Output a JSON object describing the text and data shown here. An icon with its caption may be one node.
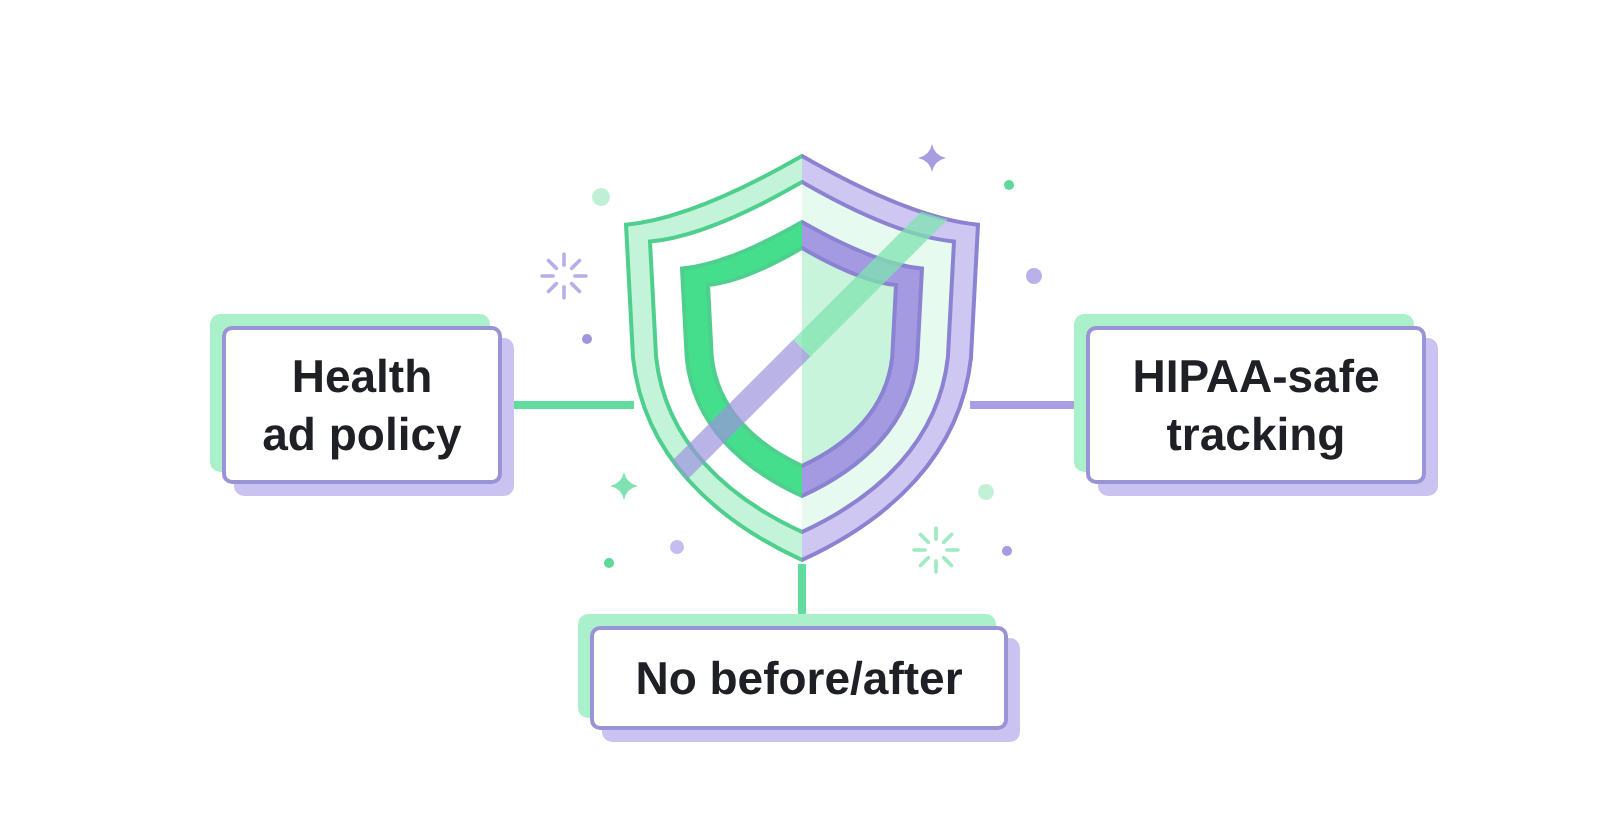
{
  "diagram": {
    "nodes": [
      {
        "text": [],
        "shape": "shield"
      },
      {
        "text": [
          "Health ad policy"
        ]
      },
      {
        "text": [
          "HIPAA-safe tracking"
        ]
      },
      {
        "text": [
          "No before/after"
        ]
      }
    ],
    "edges": [
      {
        "from": 0,
        "to": 1,
        "arrow": "none"
      },
      {
        "from": 0,
        "to": 2,
        "arrow": "none",
        "color": "#a99ee4"
      },
      {
        "from": 0,
        "to": 3,
        "arrow": "none"
      }
    ]
  }
}
